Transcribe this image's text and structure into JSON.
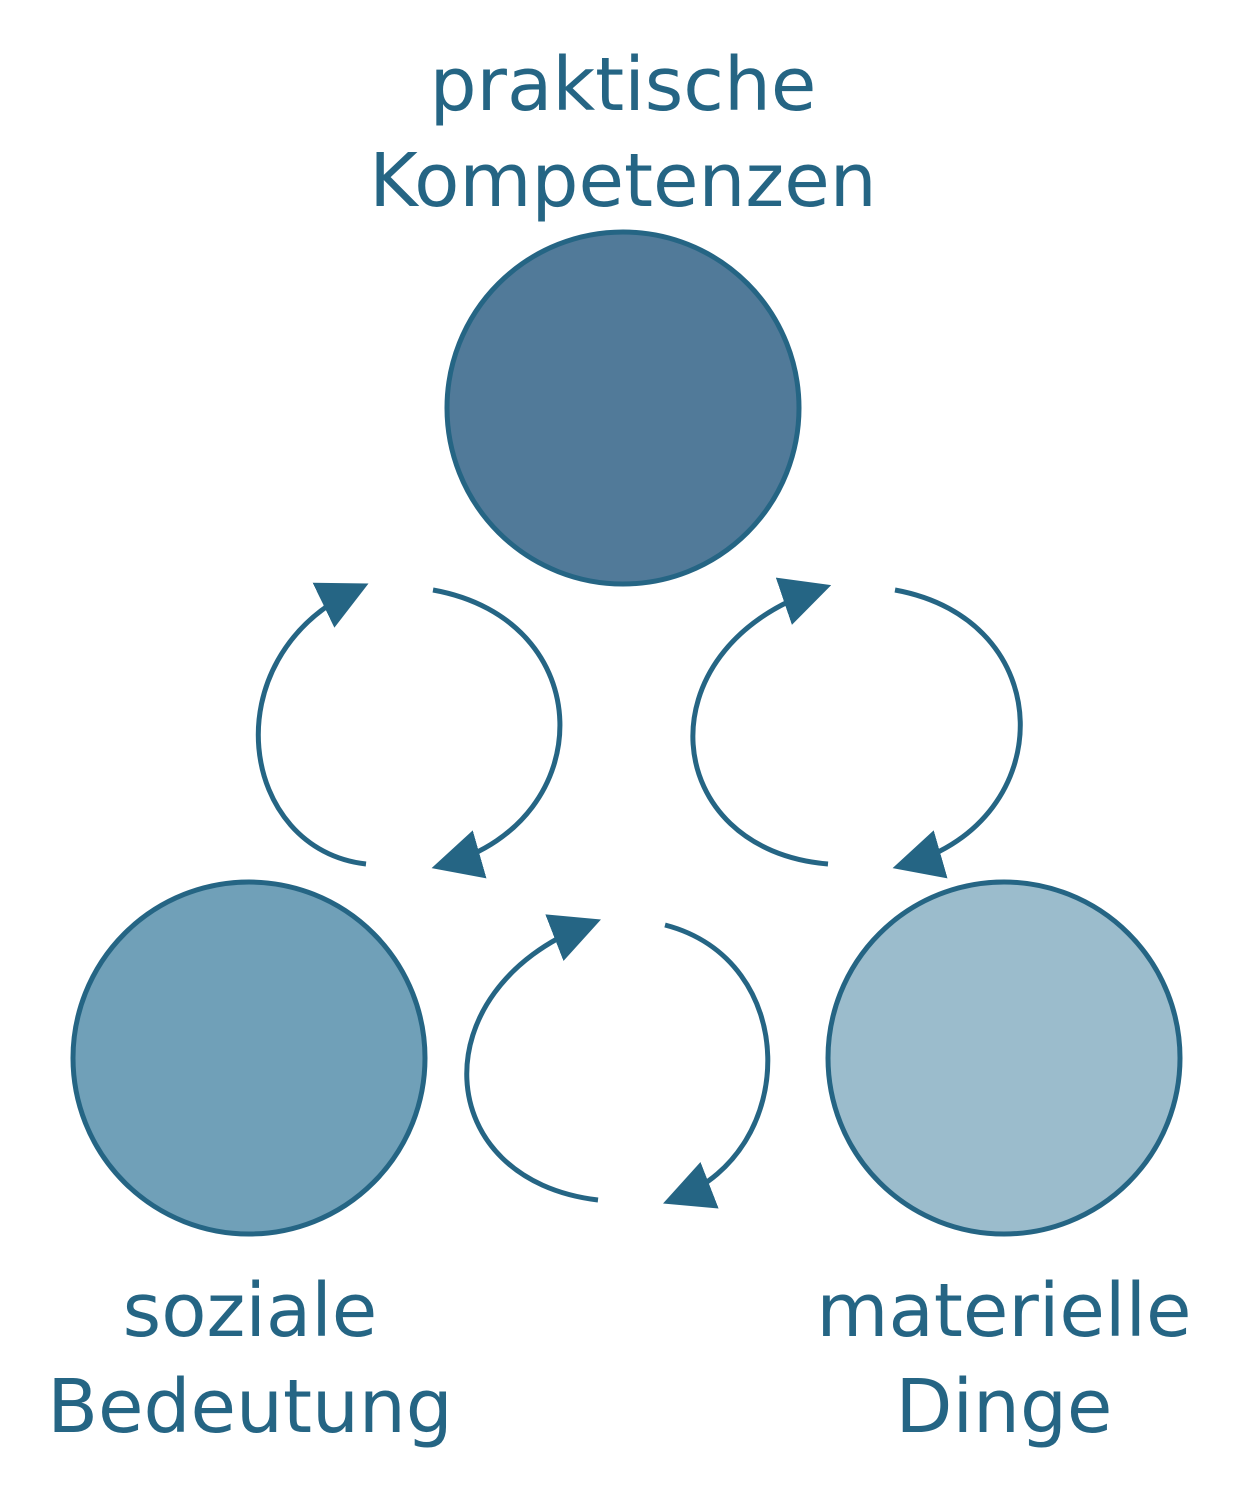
{
  "nodes": {
    "practices": {
      "line1": "praktische",
      "line2": "Kompetenzen",
      "fill": "#517a99"
    },
    "meaning": {
      "line1": "soziale",
      "line2": "Bedeutung",
      "fill": "#70a0b8"
    },
    "materials": {
      "line1": "materielle",
      "line2": "Dinge",
      "fill": "#9bbccc"
    }
  },
  "colors": {
    "outline": "#256584",
    "text": "#256584",
    "arrow": "#256584"
  },
  "icons": {
    "cycle": "bidirectional-cycle-arrows-icon"
  }
}
